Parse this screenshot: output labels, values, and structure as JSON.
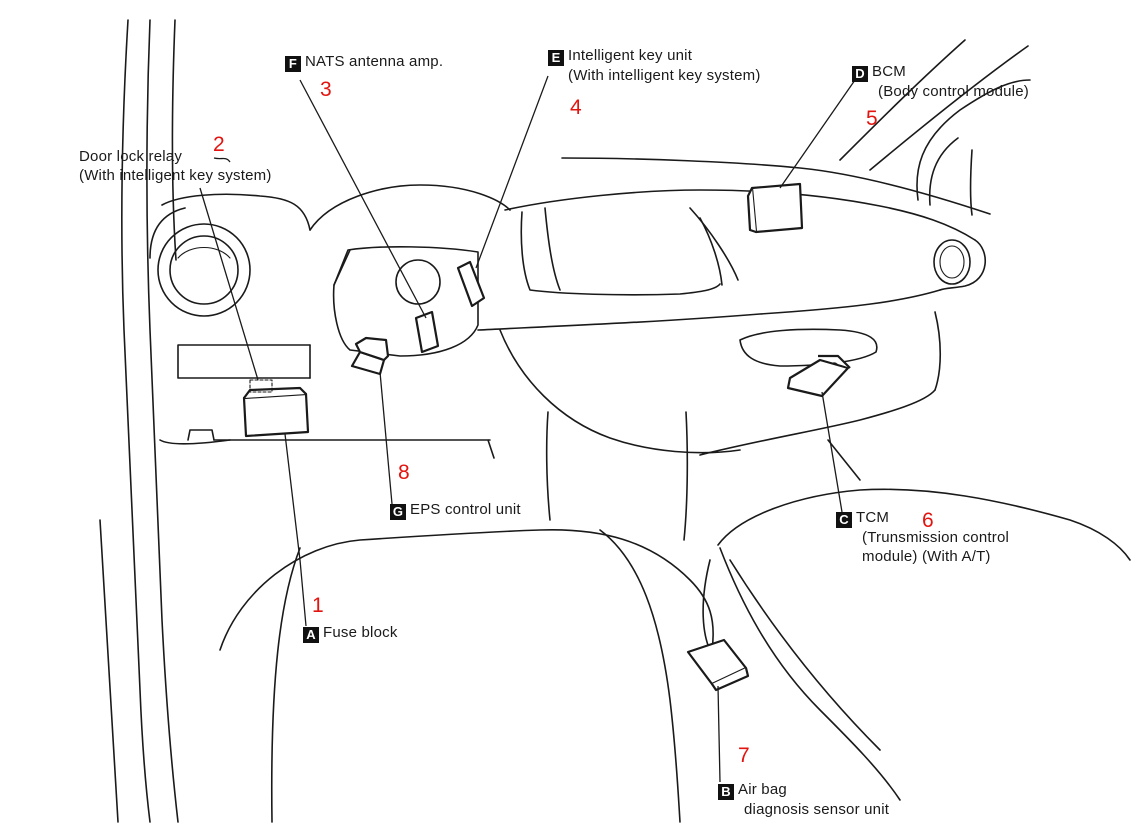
{
  "components": [
    {
      "id": "fuse-block",
      "letter": "A",
      "label": [
        "Fuse block"
      ],
      "number": "1"
    },
    {
      "id": "door-lock-relay",
      "letter": "",
      "label": [
        "Door lock relay",
        "(With intelligent key system)"
      ],
      "number": "2"
    },
    {
      "id": "nats-antenna-amp",
      "letter": "F",
      "label": [
        "NATS antenna amp."
      ],
      "number": "3"
    },
    {
      "id": "intelligent-key-unit",
      "letter": "E",
      "label": [
        "Intelligent key unit",
        "(With intelligent key system)"
      ],
      "number": "4"
    },
    {
      "id": "bcm",
      "letter": "D",
      "label": [
        "BCM",
        "(Body control module)"
      ],
      "number": "5"
    },
    {
      "id": "tcm",
      "letter": "C",
      "label": [
        "TCM",
        "(Trunsmission control",
        "module) (With A/T)"
      ],
      "number": "6"
    },
    {
      "id": "air-bag-sensor",
      "letter": "B",
      "label": [
        "Air bag",
        "diagnosis sensor unit"
      ],
      "number": "7"
    },
    {
      "id": "eps-control-unit",
      "letter": "G",
      "label": [
        "EPS control unit"
      ],
      "number": "8"
    }
  ],
  "colors": {
    "line": "#1a1a1a",
    "badge": "#111111",
    "number": "#e3140f"
  }
}
